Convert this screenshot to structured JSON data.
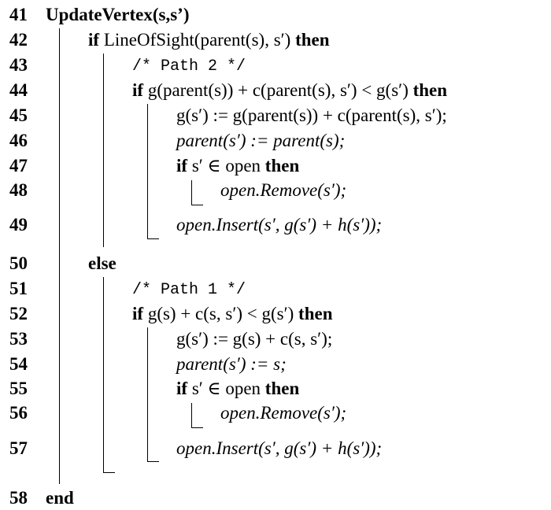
{
  "algorithm": {
    "line_numbers": [
      "41",
      "42",
      "43",
      "44",
      "45",
      "46",
      "47",
      "48",
      "49",
      "50",
      "51",
      "52",
      "53",
      "54",
      "55",
      "56",
      "57",
      "58"
    ],
    "lines": {
      "l41": "UpdateVertex(s,s’)",
      "l42": {
        "kw_if": "if",
        "cond": "LineOfSight(parent(s), s′)",
        "kw_then": "then"
      },
      "l43": "/* Path 2 */",
      "l44": {
        "kw_if": "if",
        "cond": "g(parent(s)) + c(parent(s), s′) < g(s′)",
        "kw_then": "then"
      },
      "l45": "g(s′) := g(parent(s)) + c(parent(s), s′);",
      "l46": "parent(s′) := parent(s);",
      "l47": {
        "kw_if": "if",
        "cond": "s′ ∈ open",
        "kw_then": "then"
      },
      "l48": "open.Remove(s′);",
      "l49": "open.Insert(s′, g(s′) + h(s′));",
      "l50": "else",
      "l51": "/* Path 1 */",
      "l52": {
        "kw_if": "if",
        "cond": "g(s) + c(s, s′) < g(s′)",
        "kw_then": "then"
      },
      "l53": "g(s′) := g(s) + c(s, s′);",
      "l54": "parent(s′) := s;",
      "l55": {
        "kw_if": "if",
        "cond": "s′ ∈ open",
        "kw_then": "then"
      },
      "l56": "open.Remove(s′);",
      "l57": "open.Insert(s′, g(s′) + h(s′));",
      "l58": "end"
    }
  }
}
